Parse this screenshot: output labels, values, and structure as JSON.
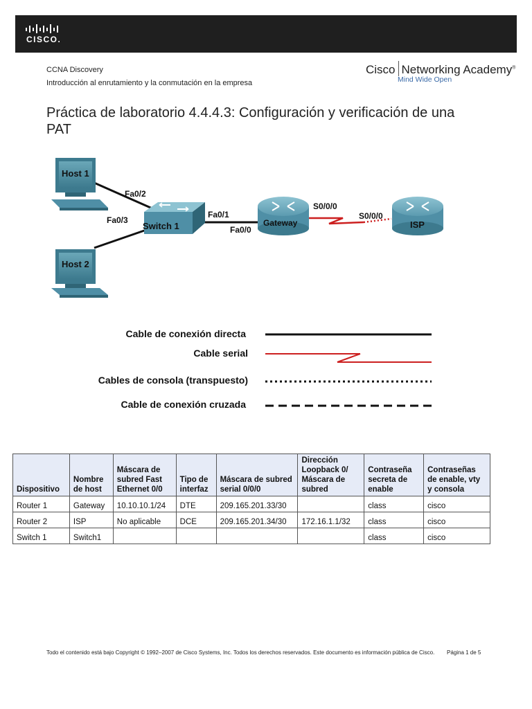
{
  "header": {
    "logo_text": "CISCO.",
    "course": "CCNA Discovery",
    "subtitle": "Introducción al enrutamiento y la conmutación en la empresa",
    "academy_brand_left": "Cisco",
    "academy_brand_right": "Networking Academy",
    "academy_tagline": "Mind Wide Open"
  },
  "title": "Práctica de laboratorio 4.4.4.3: Configuración y verificación de una PAT",
  "diagram": {
    "host1": "Host 1",
    "host2": "Host 2",
    "switch": "Switch 1",
    "gateway": "Gateway",
    "isp": "ISP",
    "port_fa02": "Fa0/2",
    "port_fa03": "Fa0/3",
    "port_fa01": "Fa0/1",
    "port_fa00": "Fa0/0",
    "port_s000_gw": "S0/0/0",
    "port_s000_isp": "S0/0/0"
  },
  "legend": {
    "straight": "Cable de conexión directa",
    "serial": "Cable serial",
    "console": "Cables de consola (transpuesto)",
    "crossover": "Cable de conexión cruzada"
  },
  "table": {
    "headers": [
      "Dispositivo",
      "Nombre de host",
      "Máscara de subred Fast Ethernet 0/0",
      "Tipo de interfaz",
      "Máscara de subred serial 0/0/0",
      "Dirección Loopback 0/ Máscara de subred",
      "Contraseña secreta de enable",
      "Contraseñas de enable, vty y consola"
    ],
    "rows": [
      [
        "Router 1",
        "Gateway",
        "10.10.10.1/24",
        "DTE",
        "209.165.201.33/30",
        "",
        "class",
        "cisco"
      ],
      [
        "Router 2",
        "ISP",
        "No aplicable",
        "DCE",
        "209.165.201.34/30",
        "172.16.1.1/32",
        "class",
        "cisco"
      ],
      [
        "Switch 1",
        "Switch1",
        "",
        "",
        "",
        "",
        "class",
        "cisco"
      ]
    ]
  },
  "footer": {
    "copyright": "Todo el contenido está bajo Copyright © 1992–2007 de Cisco Systems, Inc. Todos los derechos reservados. Este documento es información pública de Cisco.",
    "page": "Página 1 de 5"
  },
  "colors": {
    "topbar": "#1f1f1f",
    "device_blue": "#4f8fa6",
    "serial_red": "#cc1f1f",
    "table_header": "#e6ebf7"
  }
}
